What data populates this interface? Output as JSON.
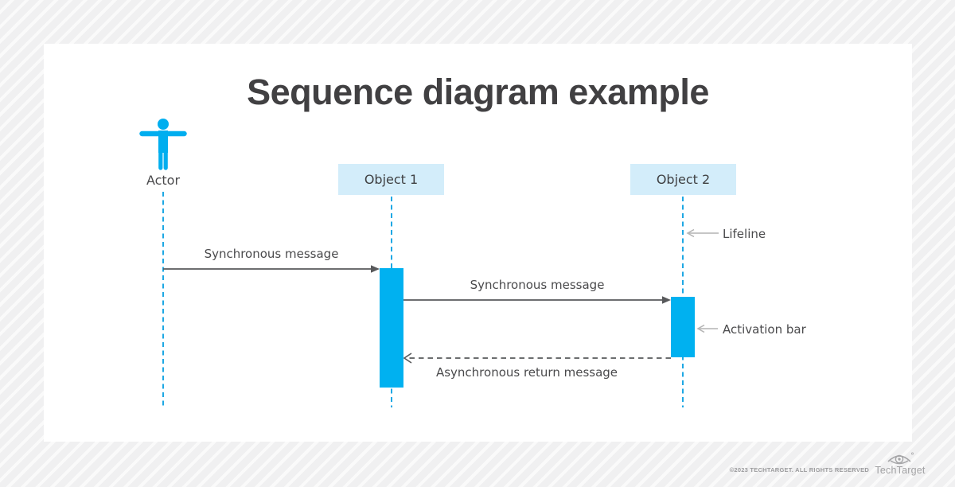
{
  "title": "Sequence diagram example",
  "actor": {
    "label": "Actor"
  },
  "objects": [
    {
      "label": "Object 1"
    },
    {
      "label": "Object 2"
    }
  ],
  "messages": [
    {
      "label": "Synchronous message",
      "type": "synchronous",
      "from": "Actor",
      "to": "Object 1"
    },
    {
      "label": "Synchronous message",
      "type": "synchronous",
      "from": "Object 1",
      "to": "Object 2"
    },
    {
      "label": "Asynchronous return message",
      "type": "asynchronous-return",
      "from": "Object 2",
      "to": "Object 1"
    }
  ],
  "annotations": [
    {
      "label": "Lifeline"
    },
    {
      "label": "Activation bar"
    }
  ],
  "footer": {
    "copyright": "©2023 TECHTARGET. ALL RIGHTS RESERVED",
    "brand": "TechTarget"
  },
  "colors": {
    "accent_cyan": "#00b1f0",
    "lifeline_cyan": "#1ea8e4",
    "object_box_fill": "#d3edfa",
    "arrow_gray": "#58595b",
    "annotation_arrow_gray": "#b3b3b3",
    "text_dark": "#414042"
  }
}
